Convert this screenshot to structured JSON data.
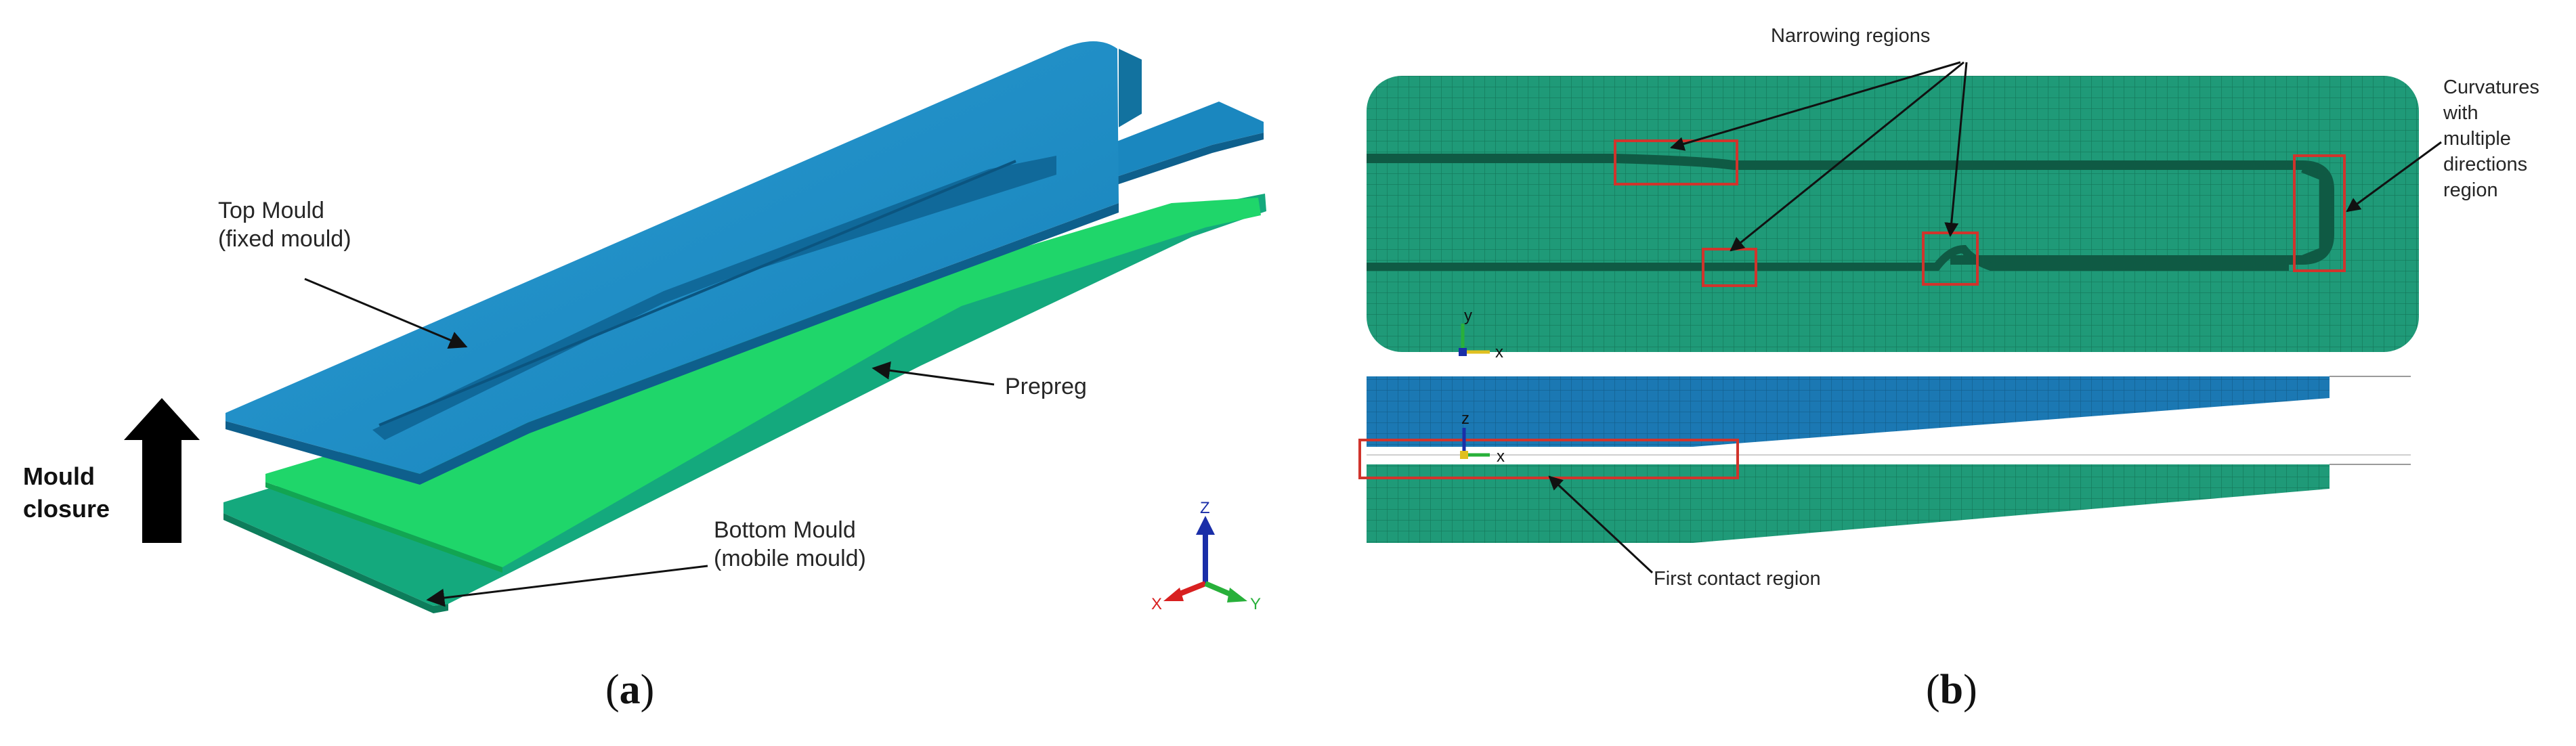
{
  "panel_a": {
    "labels": {
      "top_mould": "Top Mould",
      "top_mould_sub": "(fixed mould)",
      "prepreg": "Prepreg",
      "bottom_mould": "Bottom Mould",
      "bottom_mould_sub": "(mobile mould)",
      "mould_closure_1": "Mould",
      "mould_closure_2": "closure"
    },
    "triad": {
      "z": "Z",
      "x": "X",
      "y": "Y"
    },
    "caption_open": "(",
    "caption_letter": "a",
    "caption_close": ")"
  },
  "panel_b": {
    "labels": {
      "narrowing": "Narrowing regions",
      "curvatures_1": "Curvatures",
      "curvatures_2": "with",
      "curvatures_3": "multiple",
      "curvatures_4": "directions",
      "curvatures_5": "region",
      "first_contact": "First contact region"
    },
    "triad_top": {
      "y": "y",
      "x": "x"
    },
    "triad_side": {
      "z": "z",
      "x": "x"
    },
    "caption_open": "(",
    "caption_letter": "b",
    "caption_close": ")"
  },
  "colors": {
    "mould_blue": "#1a87bf",
    "mould_blue_dark": "#10699a",
    "prepreg_green": "#1fd66a",
    "bottom_teal": "#14a97d",
    "mesh_green": "#1f9a78",
    "mesh_blue": "#1b78b3",
    "highlight_red": "#d0342c"
  }
}
